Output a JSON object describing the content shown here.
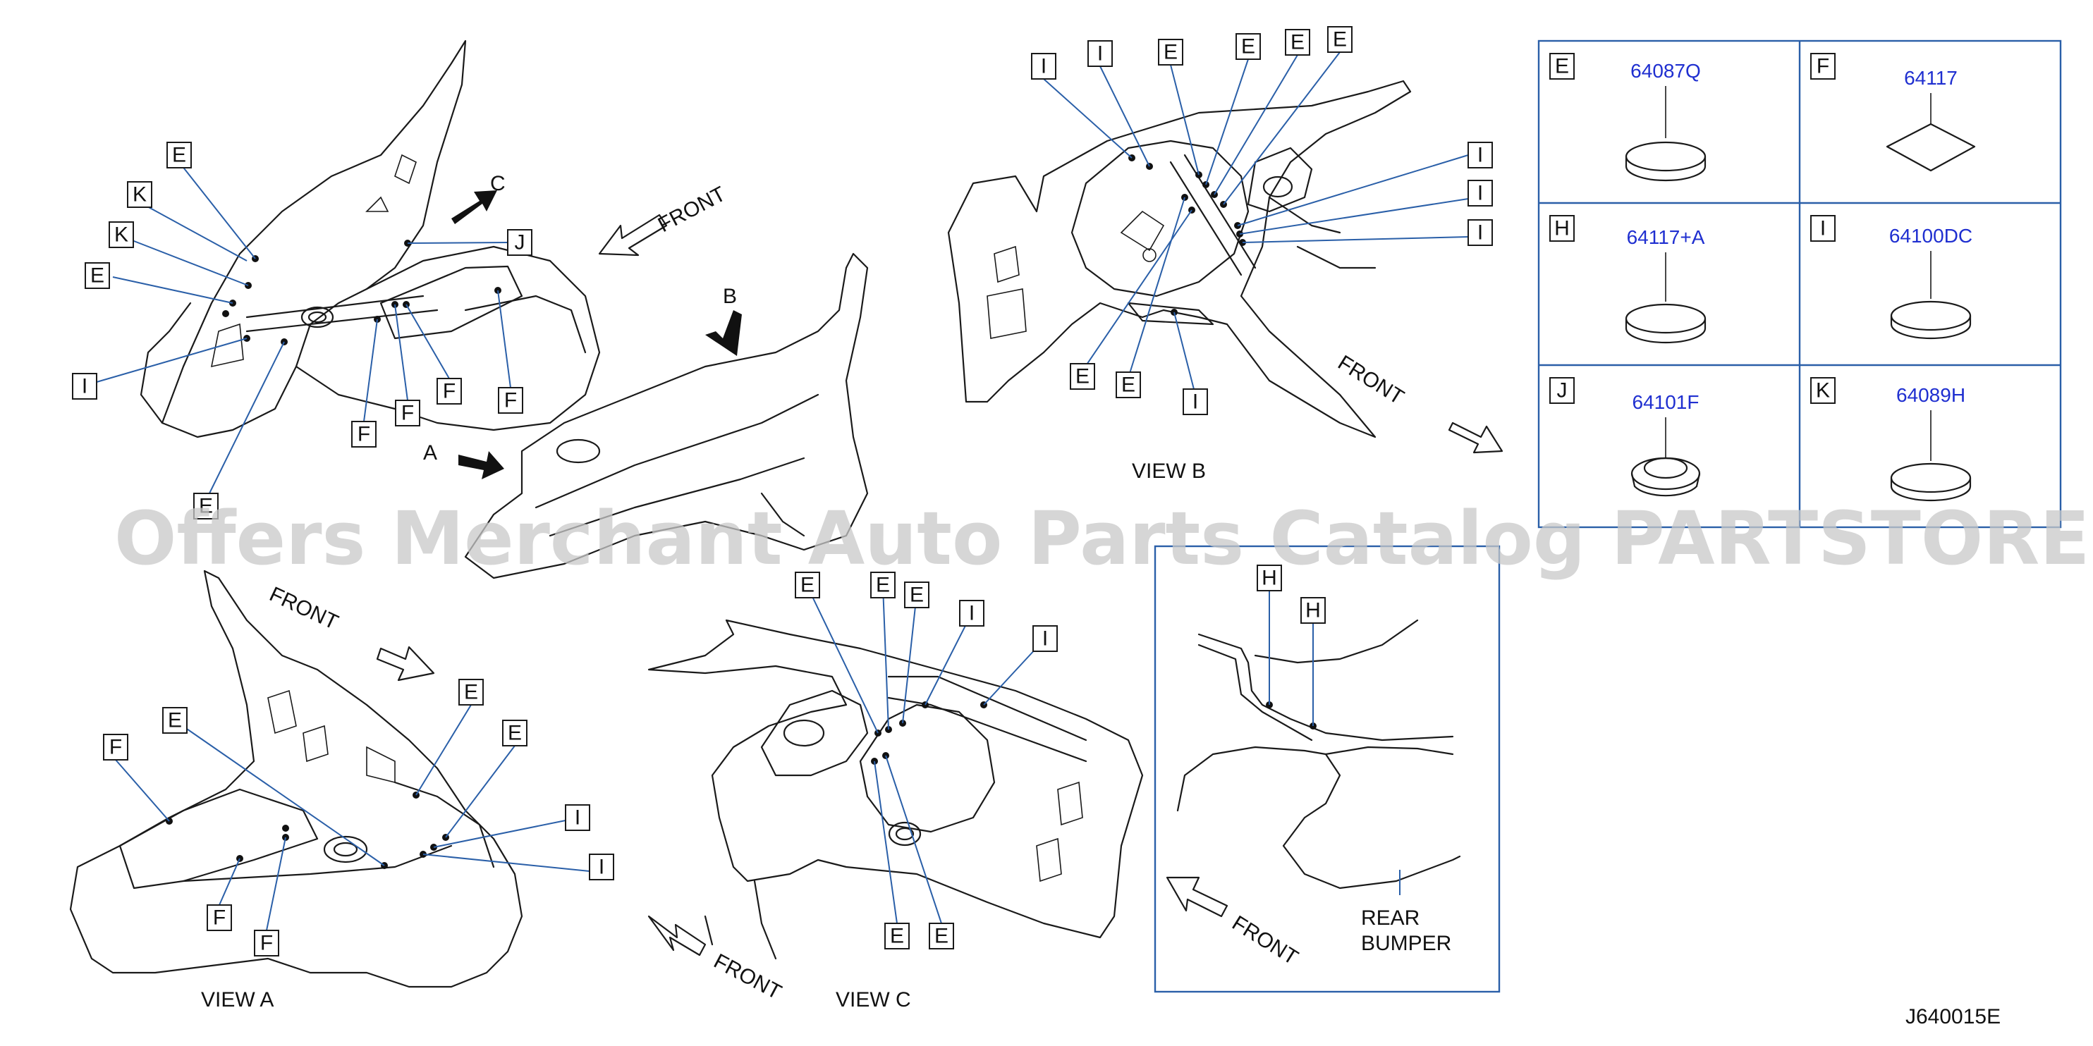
{
  "watermark": "Offers Merchant Auto Parts Catalog PARTSTORE.SA",
  "diagram_id": "J640015E",
  "front_label": "FRONT",
  "view_letters": {
    "a": "A",
    "b": "B",
    "c": "C"
  },
  "view_titles": {
    "a": "VIEW   A",
    "b": "VIEW   B",
    "c": "VIEW   C"
  },
  "rear_bumper": {
    "line1": "REAR",
    "line2": "BUMPER"
  },
  "legend": [
    {
      "letter": "E",
      "part": "64087Q"
    },
    {
      "letter": "F",
      "part": "64117"
    },
    {
      "letter": "H",
      "part": "64117+A"
    },
    {
      "letter": "I",
      "part": "64100DC"
    },
    {
      "letter": "J",
      "part": "64101F"
    },
    {
      "letter": "K",
      "part": "64089H"
    }
  ],
  "callouts": {
    "main": [
      "E",
      "K",
      "K",
      "E",
      "I",
      "E",
      "F",
      "F",
      "F",
      "F",
      "J"
    ],
    "view_b": [
      "I",
      "I",
      "E",
      "E",
      "E",
      "E",
      "I",
      "I",
      "I",
      "E",
      "E",
      "I"
    ],
    "view_a": [
      "F",
      "E",
      "E",
      "E",
      "I",
      "I",
      "F",
      "F"
    ],
    "view_c": [
      "E",
      "E",
      "E",
      "I",
      "I",
      "E",
      "E"
    ],
    "rear": [
      "H",
      "H"
    ]
  }
}
